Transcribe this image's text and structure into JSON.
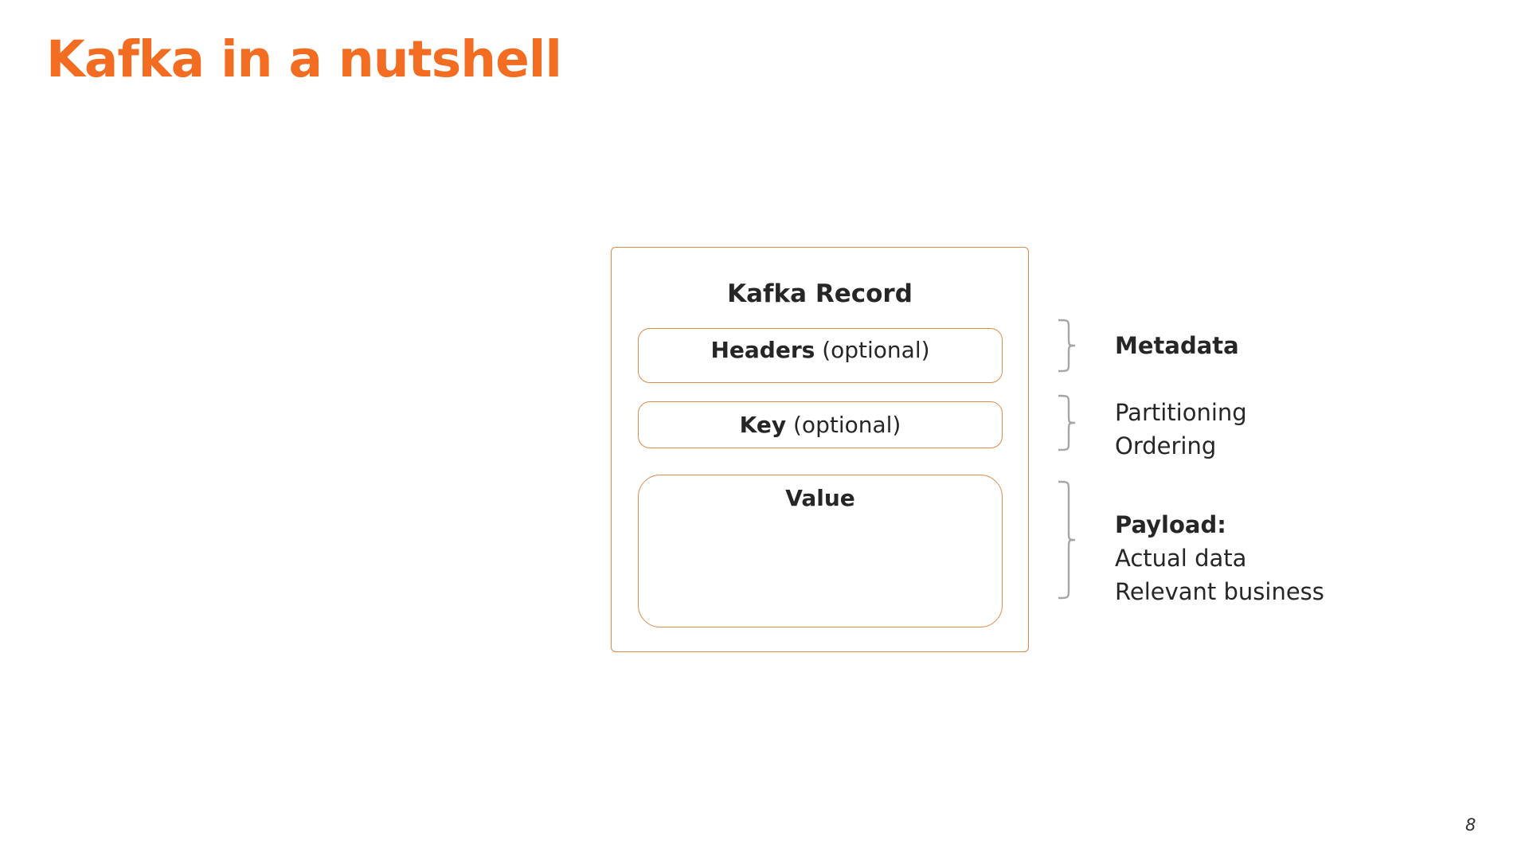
{
  "slide": {
    "title": "Kafka in a nutshell",
    "page_number": "8",
    "diagram": {
      "record_title": "Kafka Record",
      "boxes": {
        "headers": {
          "bold": "Headers",
          "rest": " (optional)"
        },
        "key": {
          "bold": "Key",
          "rest": " (optional)"
        },
        "value": {
          "bold": "Value",
          "rest": ""
        }
      },
      "annotations": {
        "metadata": {
          "line1": "Metadata"
        },
        "partition": {
          "line1": "Partitioning",
          "line2": "Ordering"
        },
        "payload": {
          "line1": "Payload:",
          "line2": "Actual data",
          "line3": "Relevant business"
        }
      }
    },
    "colors": {
      "title_orange": "#F26C21",
      "box_border_orange": "#DE8A48",
      "brace_gray": "#A6A6A6",
      "text_dark": "#262626"
    }
  }
}
